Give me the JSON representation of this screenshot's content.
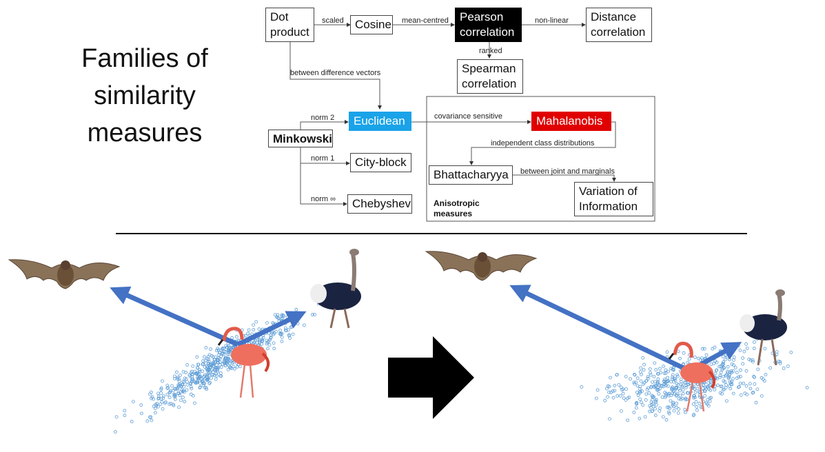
{
  "title": [
    "Families of",
    "similarity",
    "measures"
  ],
  "nodes": {
    "dot_product": [
      "Dot",
      "product"
    ],
    "cosine": "Cosine",
    "pearson": [
      "Pearson",
      "correlation"
    ],
    "distance_corr": [
      "Distance",
      "correlation"
    ],
    "spearman": [
      "Spearman",
      "correlation"
    ],
    "euclidean": "Euclidean",
    "minkowski": "Minkowski",
    "cityblock": "City-block",
    "chebyshev": "Chebyshev",
    "mahalanobis": "Mahalanobis",
    "bhattacharyya": "Bhattacharyya",
    "variation": [
      "Variation of",
      "Information"
    ]
  },
  "edges": {
    "scaled": "scaled",
    "mean_centred": "mean-centred",
    "non_linear": "non-linear",
    "ranked": "ranked",
    "between_diff": "between difference vectors",
    "norm2": "norm 2",
    "norm1": "norm 1",
    "norm_inf": "norm ∞",
    "cov_sensitive": "covariance sensitive",
    "indep_class": "independent class distributions",
    "joint_marg": "between joint and marginals"
  },
  "group": [
    "Anisotropic",
    "measures"
  ],
  "icons": {
    "bat": "bat-icon",
    "ostrich": "ostrich-icon",
    "flamingo": "flamingo-icon",
    "arrow": "right-arrow-icon"
  },
  "colors": {
    "pearson": "#000000",
    "euclidean": "#1aa3e8",
    "mahalanobis": "#e00000",
    "vector": "#4472c4",
    "points": "#5b9bd5"
  }
}
